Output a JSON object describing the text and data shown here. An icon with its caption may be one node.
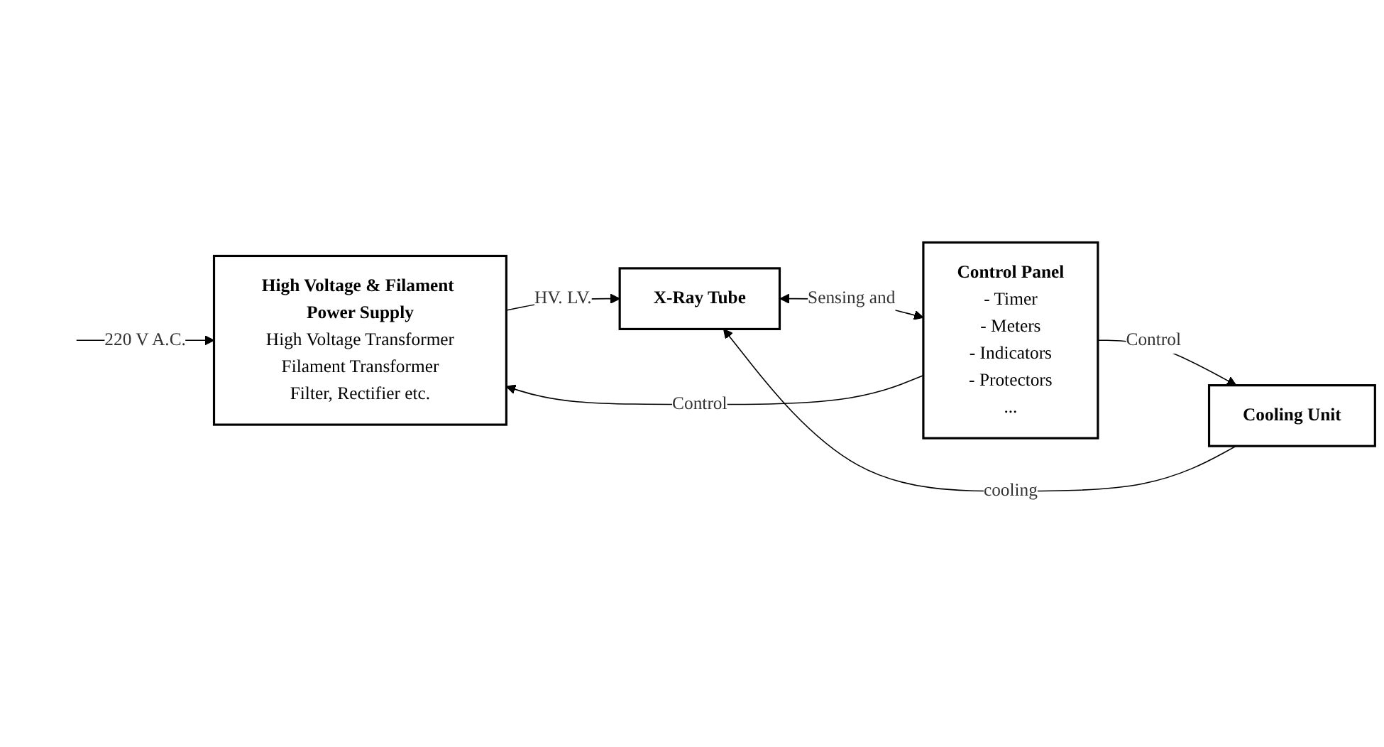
{
  "diagram": {
    "nodes": [
      {
        "text": [
          "High Voltage & Filament Power Supply",
          "High Voltage Transformer",
          "Filament Transformer",
          "Filter, Rectifier etc."
        ]
      },
      {
        "text": [
          "Control Panel",
          "- Timer",
          "- Meters",
          "- Indicators",
          "- Protectors",
          "..."
        ]
      },
      {
        "text": [
          "X-Ray Tube"
        ]
      },
      {
        "text": [
          "Cooling Unit"
        ]
      }
    ],
    "edges": [
      {
        "from": null,
        "to": 0,
        "arrow": "to",
        "label": "220 V A.C."
      },
      {
        "from": 1,
        "to": 0,
        "arrow": "to",
        "label": "Control"
      },
      {
        "from": 0,
        "to": 2,
        "arrow": "to",
        "label": "HV. LV."
      },
      {
        "from": 2,
        "to": 1,
        "arrow": "both",
        "label": "Sensing and"
      },
      {
        "from": 3,
        "to": 2,
        "arrow": "to",
        "label": "cooling"
      },
      {
        "from": 1,
        "to": 3,
        "arrow": "to",
        "label": "Control"
      }
    ]
  }
}
